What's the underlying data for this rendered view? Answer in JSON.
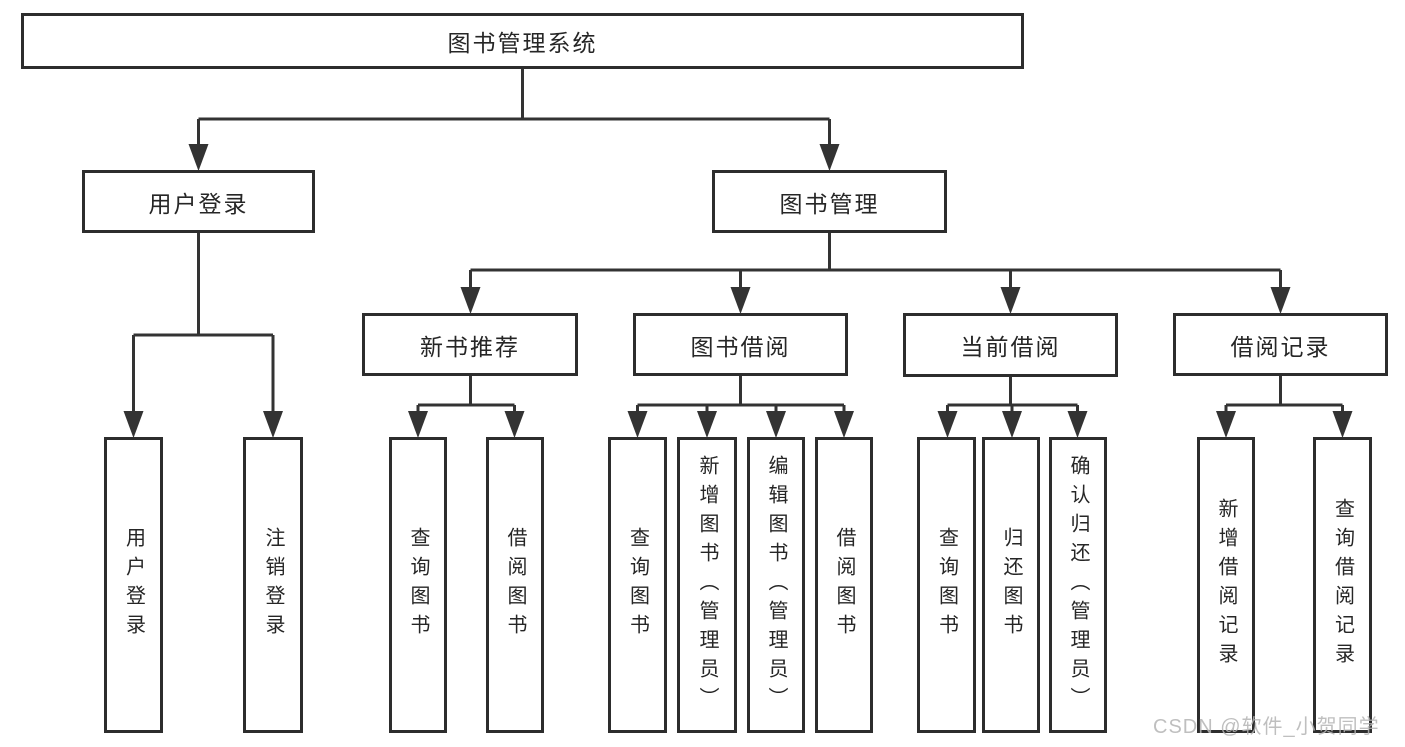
{
  "tree": {
    "root": "图书管理系统",
    "branches": [
      {
        "label": "用户登录",
        "children": [
          "用户登录",
          "注销登录"
        ]
      },
      {
        "label": "图书管理",
        "groups": [
          {
            "label": "新书推荐",
            "children": [
              "查询图书",
              "借阅图书"
            ]
          },
          {
            "label": "图书借阅",
            "children": [
              "查询图书",
              "新增图书（管理员）",
              "编辑图书（管理员）",
              "借阅图书"
            ]
          },
          {
            "label": "当前借阅",
            "children": [
              "查询图书",
              "归还图书",
              "确认归还（管理员）"
            ]
          },
          {
            "label": "借阅记录",
            "children": [
              "新增借阅记录",
              "查询借阅记录"
            ]
          }
        ]
      }
    ]
  },
  "watermark": {
    "text": "CSDN @软件_小贺同学"
  },
  "colors": {
    "line": "#333333",
    "box_border": "#2d2d2d",
    "box_background": "#ffffff",
    "text": "#262626",
    "watermark": "#b5b5b5"
  }
}
